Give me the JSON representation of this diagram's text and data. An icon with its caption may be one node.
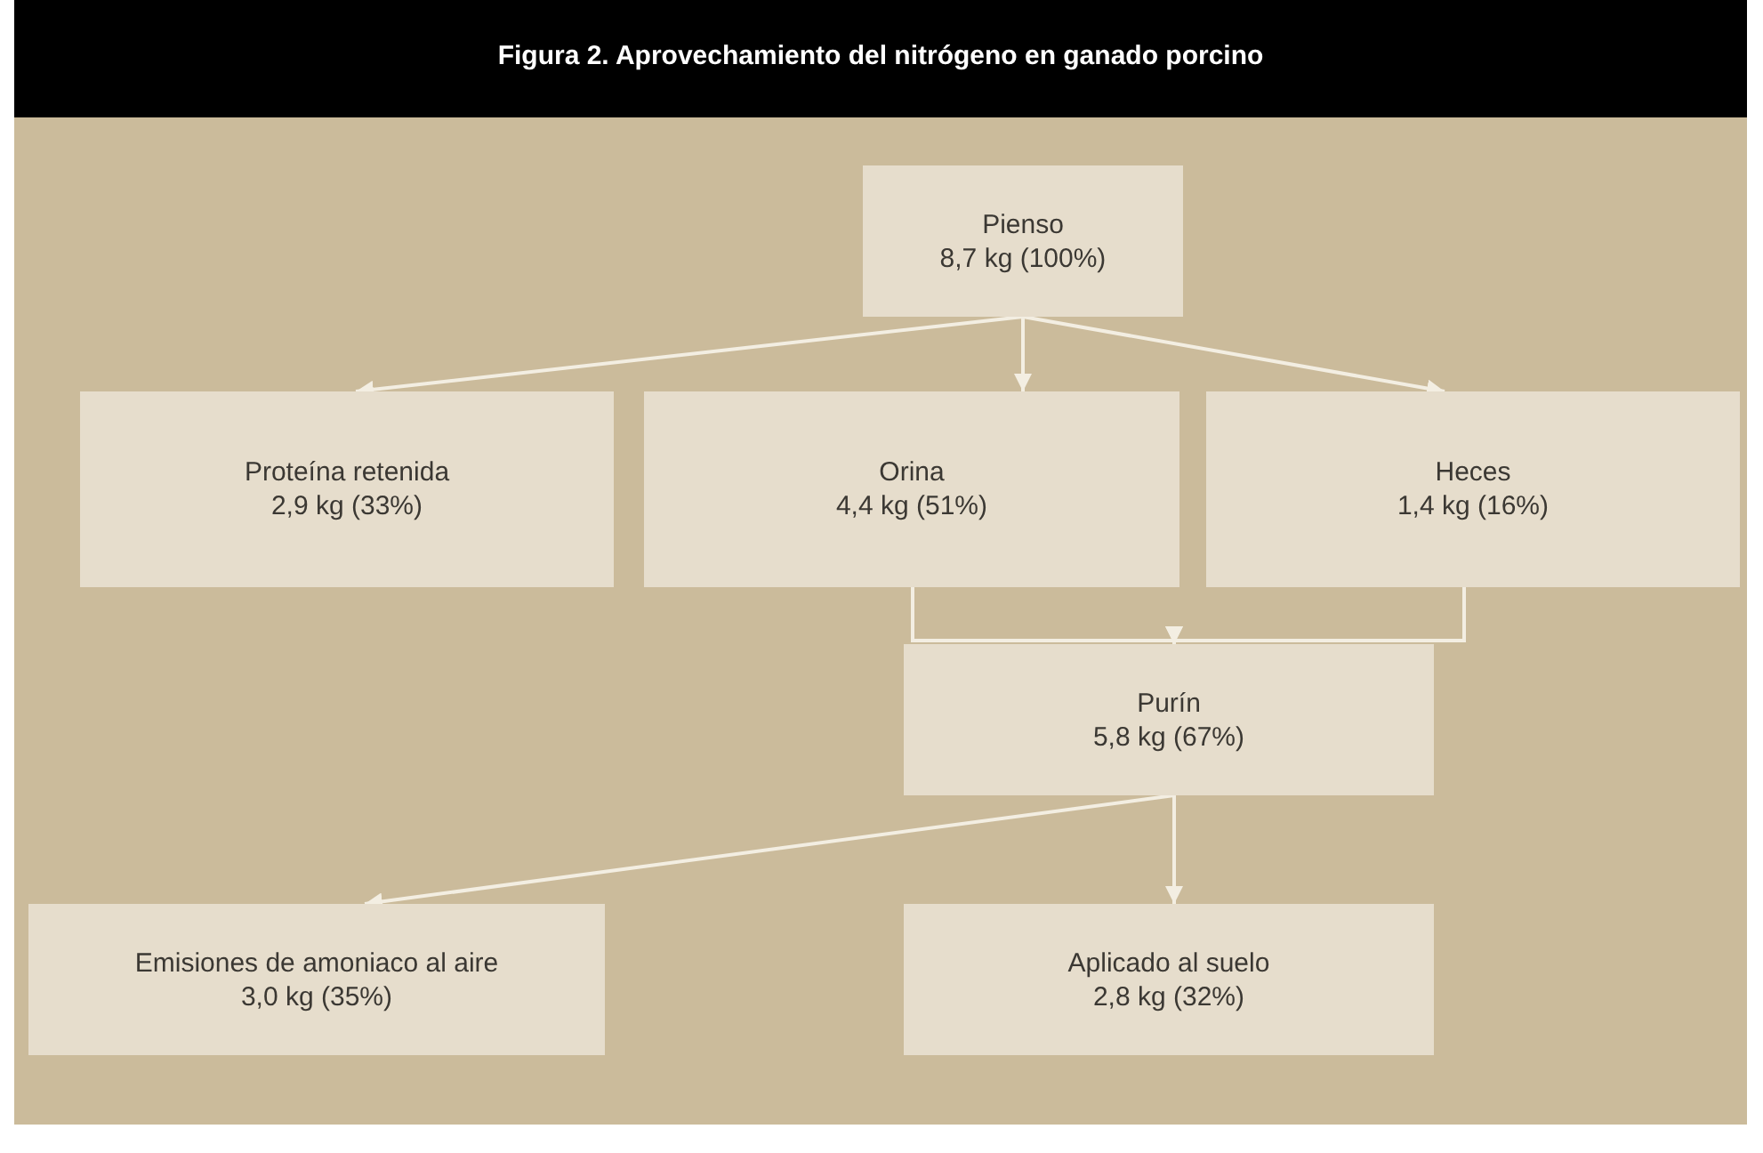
{
  "diagram": {
    "title": "Figura 2. Aprovechamiento del nitrógeno en ganado porcino",
    "nodes": [
      {
        "text": [
          "Pienso",
          "8,7 kg (100%)"
        ]
      },
      {
        "text": [
          "Proteína retenida",
          "2,9 kg (33%)"
        ]
      },
      {
        "text": [
          "Orina",
          "4,4 kg (51%)"
        ]
      },
      {
        "text": [
          "Heces",
          "1,4 kg (16%)"
        ]
      },
      {
        "text": [
          "Purín",
          "5,8 kg (67%)"
        ]
      },
      {
        "text": [
          "Emisiones de amoniaco al aire",
          "3,0 kg (35%)"
        ]
      },
      {
        "text": [
          "Aplicado al suelo",
          "2,8 kg (32%)"
        ]
      }
    ],
    "edges": [
      {
        "from": 0,
        "to": 1,
        "arrow": "to"
      },
      {
        "from": 0,
        "to": 2,
        "arrow": "to"
      },
      {
        "from": 0,
        "to": 3,
        "arrow": "to"
      },
      {
        "from": 2,
        "to": 4,
        "arrow": "to"
      },
      {
        "from": 3,
        "to": 4,
        "arrow": "to"
      },
      {
        "from": 4,
        "to": 5,
        "arrow": "to"
      },
      {
        "from": 4,
        "to": 6,
        "arrow": "to"
      }
    ]
  }
}
